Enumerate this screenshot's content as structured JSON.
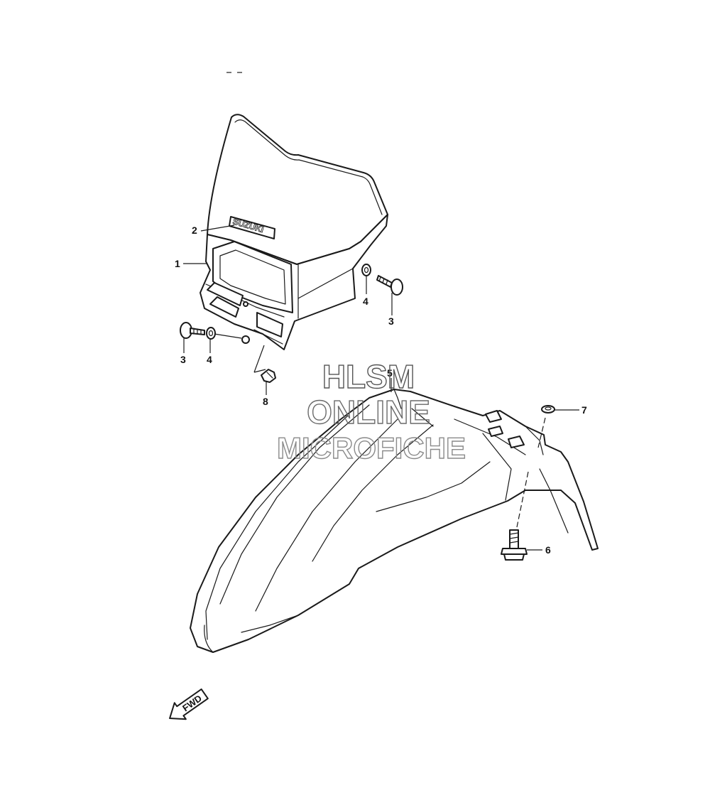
{
  "callouts": [
    {
      "id": "1",
      "label": "1"
    },
    {
      "id": "2",
      "label": "2"
    },
    {
      "id": "3a",
      "label": "3"
    },
    {
      "id": "4a",
      "label": "4"
    },
    {
      "id": "3b",
      "label": "3"
    },
    {
      "id": "4b",
      "label": "4"
    },
    {
      "id": "8",
      "label": "8"
    },
    {
      "id": "5",
      "label": "5"
    },
    {
      "id": "7",
      "label": "7"
    },
    {
      "id": "6",
      "label": "6"
    }
  ],
  "emblem": {
    "text": "SUZUKI"
  },
  "direction": {
    "text": "FWD"
  },
  "watermark": {
    "line1": "HLSM",
    "line2": "ONLINE",
    "line3": "MICROFICHE",
    "color": "#7a7a7a"
  },
  "colors": {
    "line": "#1a1a1a",
    "background": "#ffffff"
  }
}
